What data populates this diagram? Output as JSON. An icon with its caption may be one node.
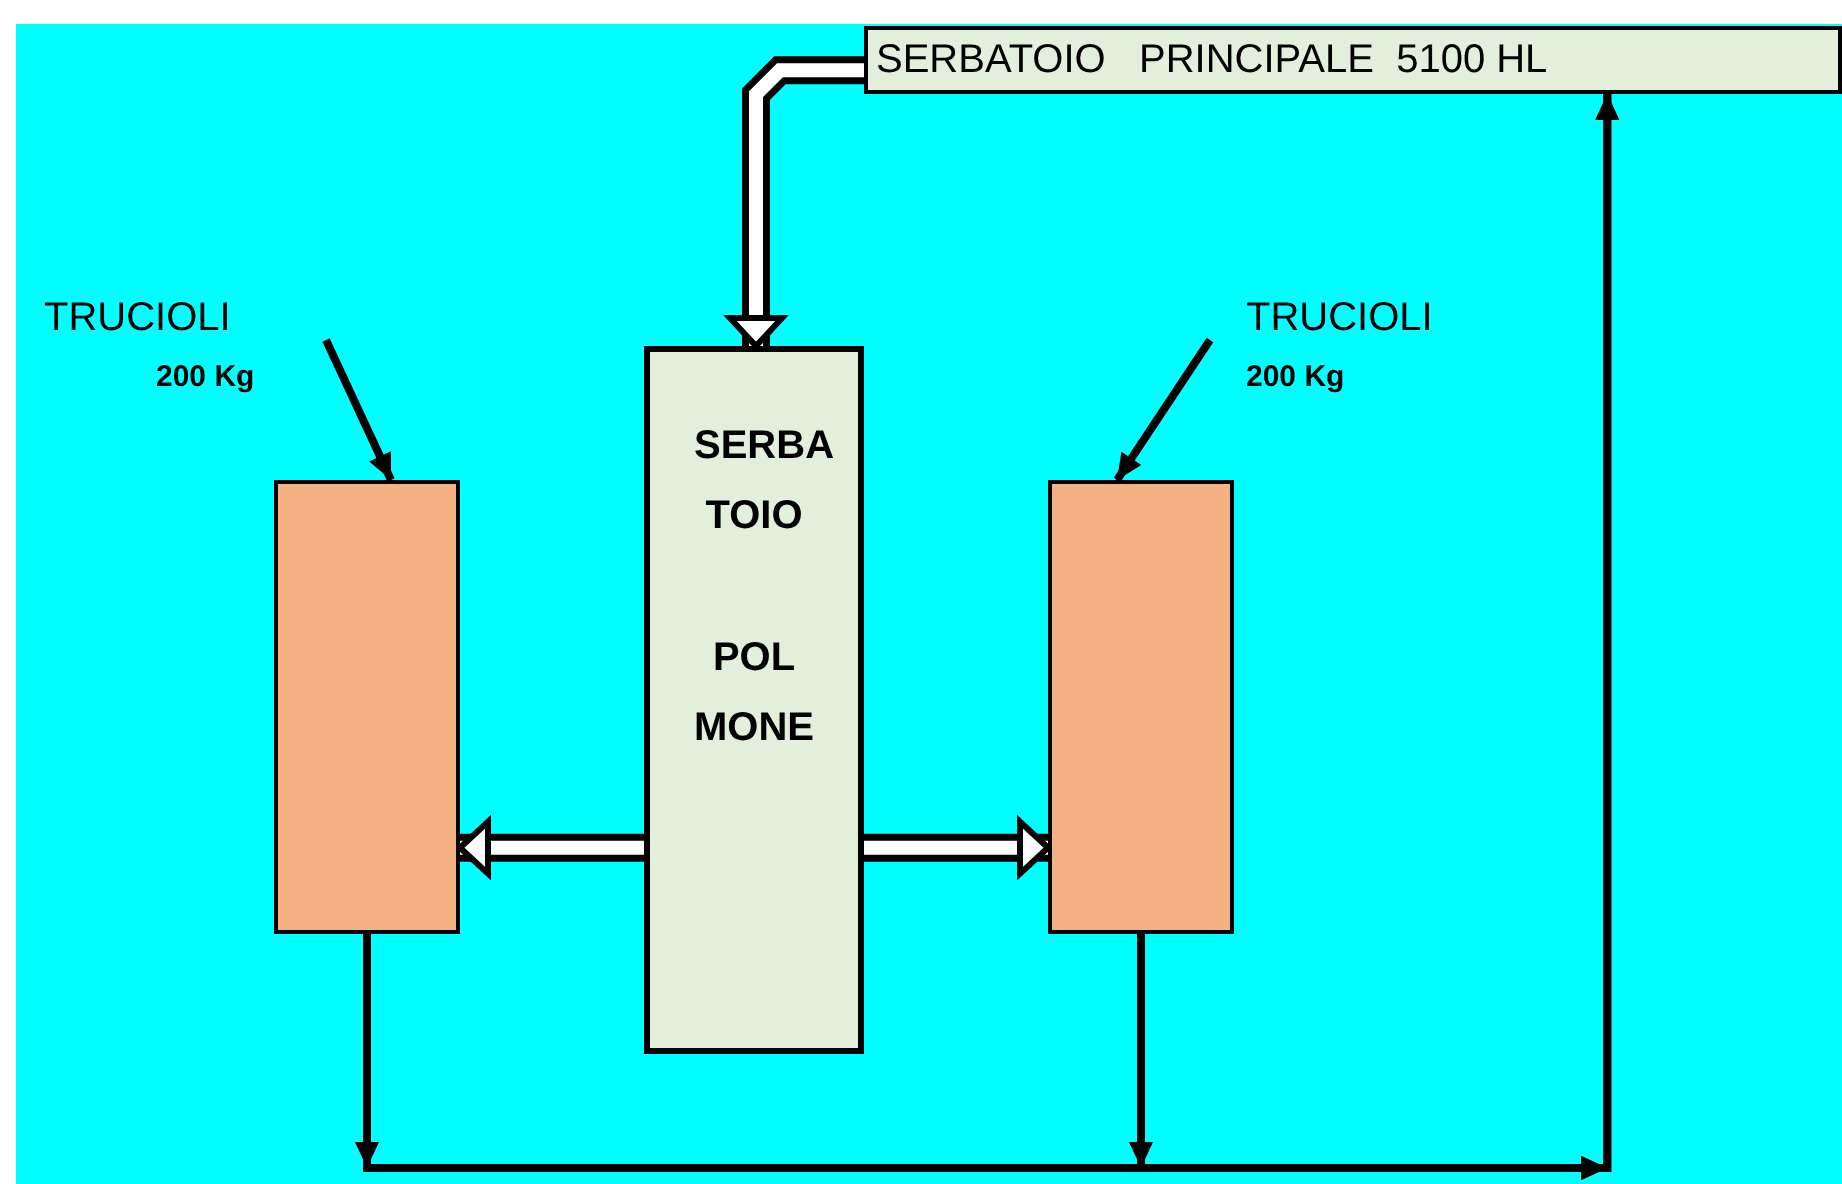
{
  "diagram": {
    "nodes": [
      {
        "text": [
          "SERBATOIO   PRINCIPALE  5100 HL"
        ]
      },
      {
        "text": [
          "TRUCIOLI",
          "200 Kg"
        ]
      },
      {
        "text": [],
        "shape": "box"
      },
      {
        "text": [
          "SERBA TOIO",
          "POL MONE"
        ]
      },
      {
        "text": [
          "TRUCIOLI",
          "200 Kg"
        ]
      },
      {
        "text": [],
        "shape": "box"
      }
    ],
    "edges": [
      {
        "from": 0,
        "to": 3,
        "arrow": "to",
        "style": "thick"
      },
      {
        "from": 1,
        "to": 2,
        "arrow": "to"
      },
      {
        "from": 4,
        "to": 5,
        "arrow": "to"
      },
      {
        "from": 3,
        "to": 2,
        "arrow": "to",
        "style": "thick"
      },
      {
        "from": 3,
        "to": 5,
        "arrow": "to",
        "style": "thick"
      },
      {
        "from": 2,
        "to": 0,
        "arrow": "to"
      },
      {
        "from": 5,
        "to": 0,
        "arrow": "to"
      }
    ]
  }
}
